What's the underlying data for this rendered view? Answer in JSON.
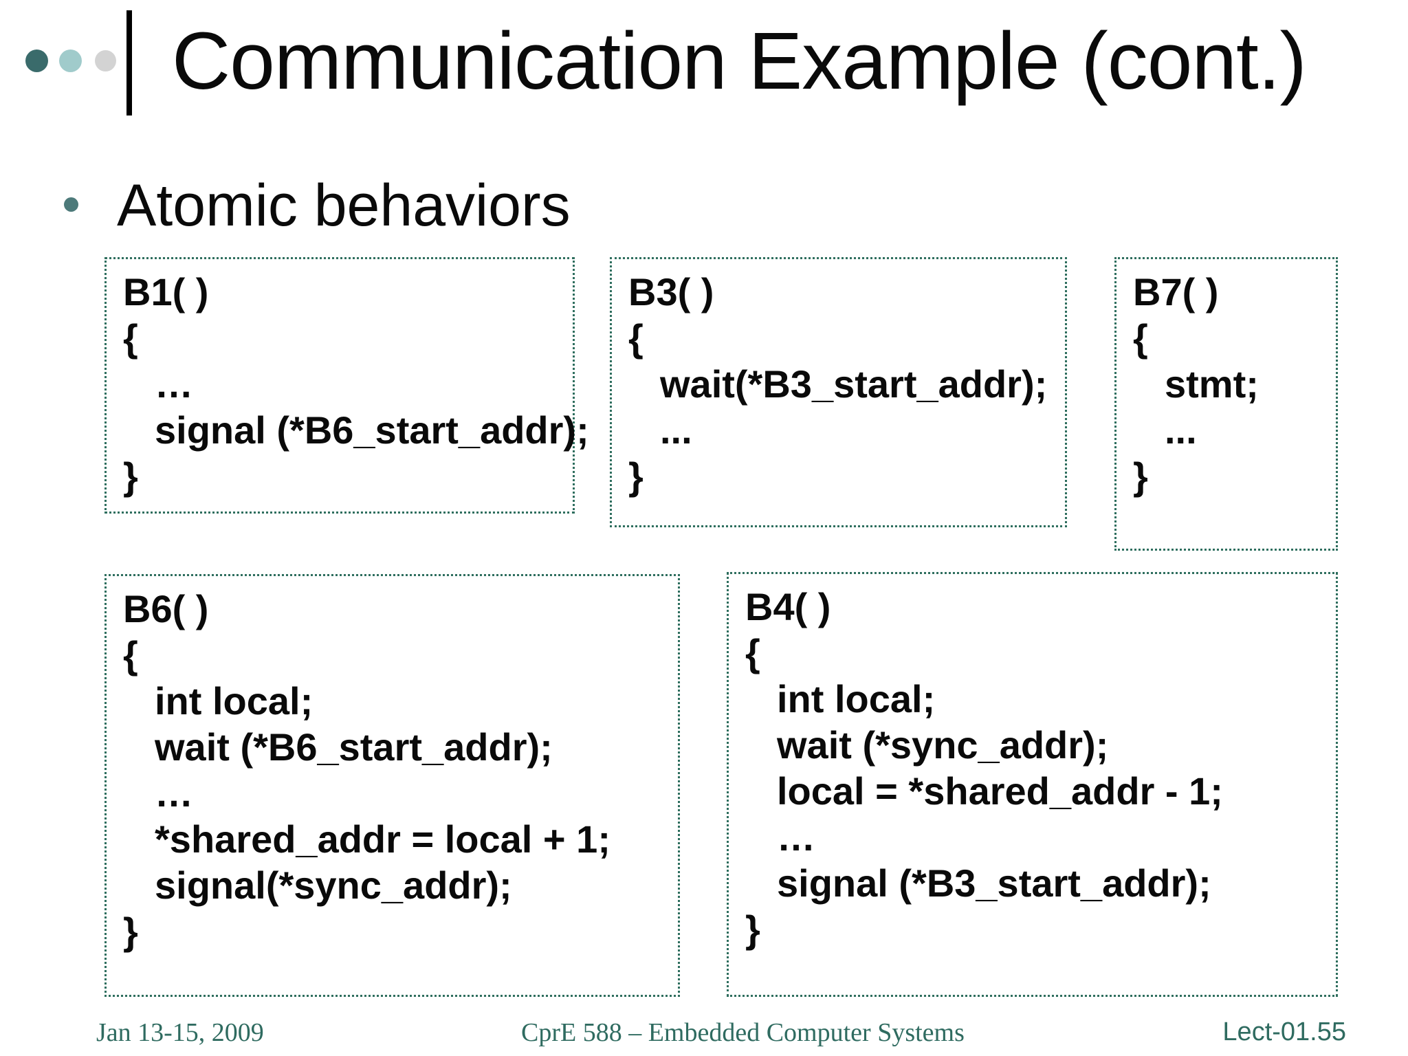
{
  "slide": {
    "title": "Communication Example (cont.)",
    "bullet_text": "Atomic behaviors",
    "footer": {
      "left": "Jan 13-15, 2009",
      "center": "CprE 588 – Embedded Computer Systems",
      "right": "Lect-01.55"
    }
  },
  "colors": {
    "deco_dot_dark_teal": "#3a6b6b",
    "deco_dot_light_teal": "#a0cbcb",
    "deco_dot_gray": "#d3d3d3",
    "bullet_teal": "#4d7a7a",
    "box_border_teal": "#2e6e5e",
    "footer_teal": "#2f6b60",
    "text_black": "#0a0a0a",
    "background": "#ffffff"
  },
  "icons": {
    "deco_dots": [
      "dark-teal-dot-icon",
      "light-teal-dot-icon",
      "gray-dot-icon"
    ],
    "bullet": "bullet-dot-icon"
  },
  "code_boxes": [
    {
      "id": "B1",
      "lines": [
        {
          "text": "B1( )",
          "indent": 0
        },
        {
          "text": "{",
          "indent": 0
        },
        {
          "text": "…",
          "indent": 1
        },
        {
          "text": "signal (*B6_start_addr);",
          "indent": 1
        },
        {
          "text": "}",
          "indent": 0
        }
      ]
    },
    {
      "id": "B3",
      "lines": [
        {
          "text": "B3( )",
          "indent": 0
        },
        {
          "text": "{",
          "indent": 0
        },
        {
          "text": "wait(*B3_start_addr);",
          "indent": 1
        },
        {
          "text": "...",
          "indent": 1
        },
        {
          "text": "}",
          "indent": 0
        }
      ]
    },
    {
      "id": "B7",
      "lines": [
        {
          "text": "B7( )",
          "indent": 0
        },
        {
          "text": "{",
          "indent": 0
        },
        {
          "text": "stmt;",
          "indent": 1
        },
        {
          "text": "...",
          "indent": 1
        },
        {
          "text": "}",
          "indent": 0
        }
      ]
    },
    {
      "id": "B6",
      "lines": [
        {
          "text": "B6( )",
          "indent": 0
        },
        {
          "text": "{",
          "indent": 0
        },
        {
          "text": "int local;",
          "indent": 1
        },
        {
          "text": "wait (*B6_start_addr);",
          "indent": 1
        },
        {
          "text": "…",
          "indent": 1
        },
        {
          "text": "*shared_addr = local + 1;",
          "indent": 1
        },
        {
          "text": "signal(*sync_addr);",
          "indent": 1
        },
        {
          "text": "}",
          "indent": 0
        }
      ]
    },
    {
      "id": "B4",
      "lines": [
        {
          "text": "B4( )",
          "indent": 0
        },
        {
          "text": "{",
          "indent": 0
        },
        {
          "text": "int local;",
          "indent": 1
        },
        {
          "text": "wait (*sync_addr);",
          "indent": 1
        },
        {
          "text": "local = *shared_addr - 1;",
          "indent": 1
        },
        {
          "text": "…",
          "indent": 1
        },
        {
          "text": "signal (*B3_start_addr);",
          "indent": 1
        },
        {
          "text": "}",
          "indent": 0
        }
      ]
    }
  ]
}
